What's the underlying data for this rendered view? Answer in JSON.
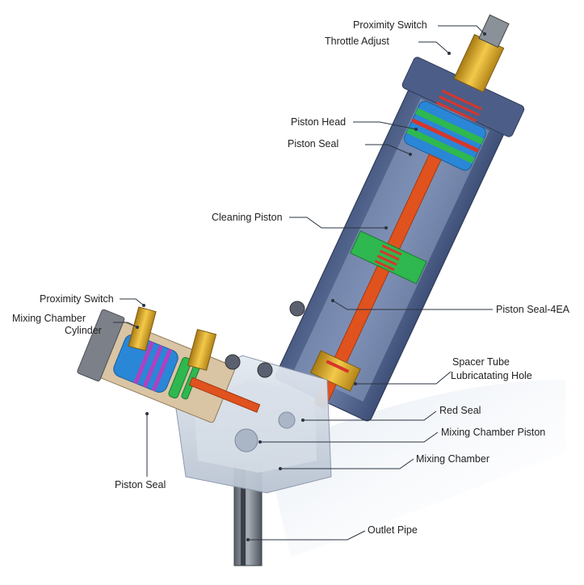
{
  "labels": {
    "proximity_switch_top": "Proximity Switch",
    "throttle_adjust": "Throttle Adjust",
    "piston_head": "Piston Head",
    "piston_seal_top": "Piston Seal",
    "cleaning_piston": "Cleaning Piston",
    "proximity_switch_left": "Proximity Switch",
    "mixing_chamber_cylinder_1": "Mixing Chamber",
    "mixing_chamber_cylinder_2": "Cylinder",
    "piston_seal_4ea": "Piston Seal-4EA",
    "spacer_tube": "Spacer Tube",
    "lubricating_hole": "Lubricatating Hole",
    "red_seal": "Red Seal",
    "mixing_chamber_piston": "Mixing Chamber Piston",
    "mixing_chamber": "Mixing Chamber",
    "piston_seal_left": "Piston Seal",
    "outlet_pipe": "Outlet Pipe"
  },
  "colors": {
    "body_blue": "#5b6f96",
    "body_dark": "#3c4b6c",
    "brass": "#d9a628",
    "seal_green": "#2eb84f",
    "seal_blue": "#2a86d6",
    "seal_red": "#d8352b",
    "rod_orange": "#e0521e",
    "clear_block": "#c9d3df",
    "tan_block": "#d9c4a4"
  }
}
